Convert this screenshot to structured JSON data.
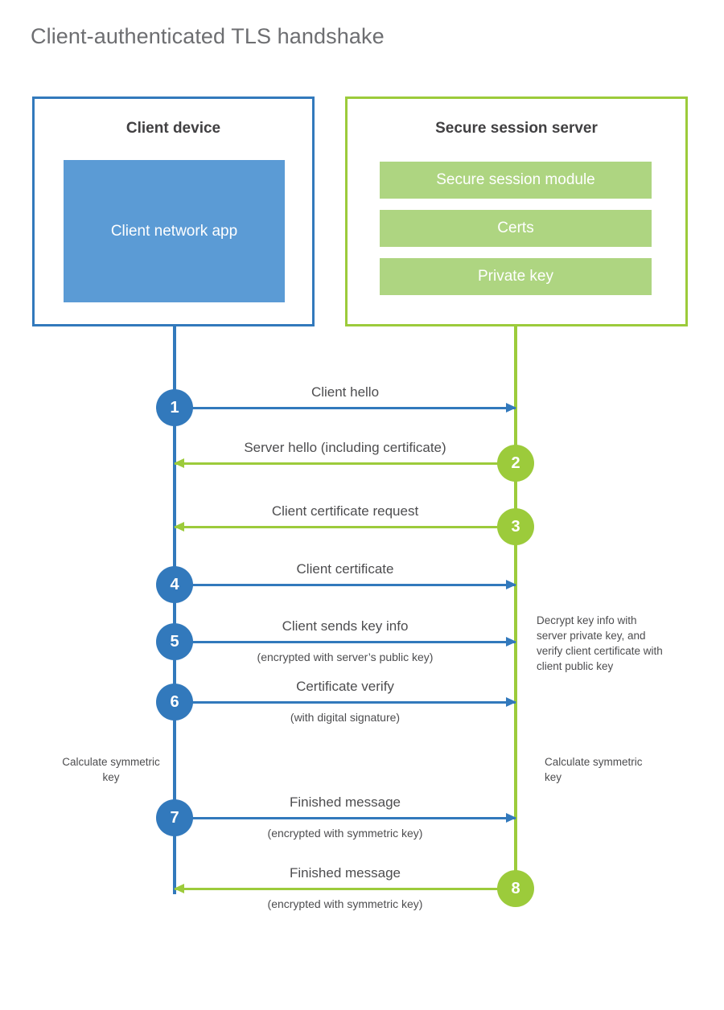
{
  "diagram": {
    "title": "Client-authenticated TLS handshake",
    "colors": {
      "client_accent": "#3279bc",
      "client_app_fill": "#5b9bd5",
      "server_accent": "#9ccb3b",
      "server_block_fill": "#aed581",
      "text": "#4d4d4f",
      "title_text": "#6d6e71"
    }
  },
  "client": {
    "title": "Client device",
    "app_label": "Client network app"
  },
  "server": {
    "title": "Secure session server",
    "blocks": [
      {
        "label": "Secure session module"
      },
      {
        "label": "Certs"
      },
      {
        "label": "Private key"
      }
    ]
  },
  "messages": [
    {
      "step": "1",
      "label": "Client hello",
      "sublabel": "",
      "direction": "client-to-server",
      "circle_color": "blue"
    },
    {
      "step": "2",
      "label": "Server hello (including certificate)",
      "sublabel": "",
      "direction": "server-to-client",
      "circle_color": "green"
    },
    {
      "step": "3",
      "label": "Client certificate request",
      "sublabel": "",
      "direction": "server-to-client",
      "circle_color": "green"
    },
    {
      "step": "4",
      "label": "Client certificate",
      "sublabel": "",
      "direction": "client-to-server",
      "circle_color": "blue"
    },
    {
      "step": "5",
      "label": "Client sends key info",
      "sublabel": "(encrypted with server’s public key)",
      "direction": "client-to-server",
      "circle_color": "blue"
    },
    {
      "step": "6",
      "label": "Certificate verify",
      "sublabel": "(with digital signature)",
      "direction": "client-to-server",
      "circle_color": "blue"
    },
    {
      "step": "7",
      "label": "Finished message",
      "sublabel": "(encrypted with symmetric key)",
      "direction": "client-to-server",
      "circle_color": "blue"
    },
    {
      "step": "8",
      "label": "Finished message",
      "sublabel": "(encrypted with symmetric key)",
      "direction": "server-to-client",
      "circle_color": "green"
    }
  ],
  "annotations": {
    "server_decrypt": "Decrypt key info with server private key, and verify client certificate with client public key",
    "client_calculate": "Calculate symmetric key",
    "server_calculate": "Calculate symmetric key"
  }
}
